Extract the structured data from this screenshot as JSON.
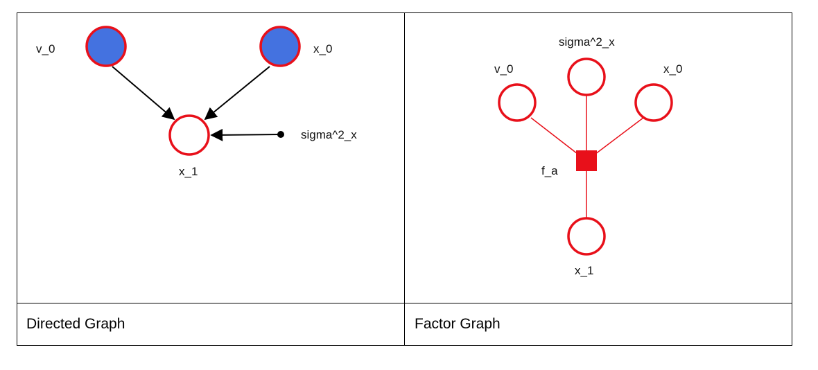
{
  "panels": [
    {
      "caption": "Directed Graph",
      "nodes": {
        "v0": {
          "label": "v_0",
          "observed": true
        },
        "x0": {
          "label": "x_0",
          "observed": true
        },
        "x1": {
          "label": "x_1",
          "observed": false
        },
        "sigma": {
          "label": "sigma^2_x"
        }
      }
    },
    {
      "caption": "Factor Graph",
      "nodes": {
        "v0": {
          "label": "v_0"
        },
        "sigma": {
          "label": "sigma^2_x"
        },
        "x0": {
          "label": "x_0"
        },
        "factor": {
          "label": "f_a"
        },
        "x1": {
          "label": "x_1"
        }
      }
    }
  ],
  "colors": {
    "node_stroke": "#e8101a",
    "observed_fill": "#4472e0",
    "edge_directed": "#000000",
    "edge_factor": "#e8101a",
    "factor_fill": "#e8101a"
  }
}
